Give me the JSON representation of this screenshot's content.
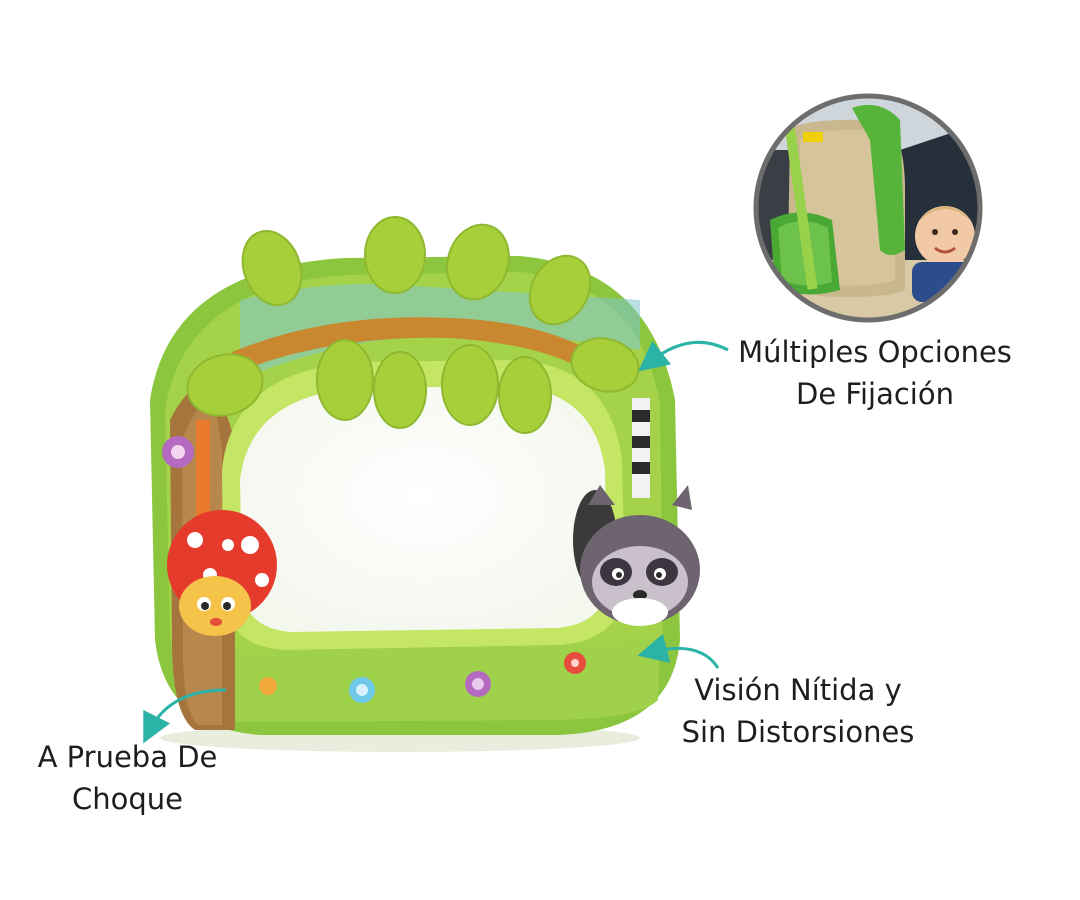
{
  "features": {
    "mount": {
      "line1": "Múltiples Opciones",
      "line2": "De Fijación"
    },
    "vision": {
      "line1": "Visión Nítida y",
      "line2": "Sin Distorsiones"
    },
    "crash": {
      "line1": "A Prueba De",
      "line2": "Choque"
    }
  },
  "colors": {
    "arrow": "#2bb3a8",
    "frame_green": "#8cc63f",
    "frame_light": "#b8dd4f",
    "leaf": "#a6cf3a",
    "branch": "#c9872f",
    "trunk": "#a6753d",
    "ladybug": "#e53b2c",
    "raccoon": "#6e6470",
    "mirror": "#ffffff",
    "photo_ring": "#6d6d6d"
  },
  "icons": {
    "product": "toy-mirror-illustration",
    "photo": "baby-car-seat-photo",
    "arrow": "curved-arrow-icon"
  }
}
